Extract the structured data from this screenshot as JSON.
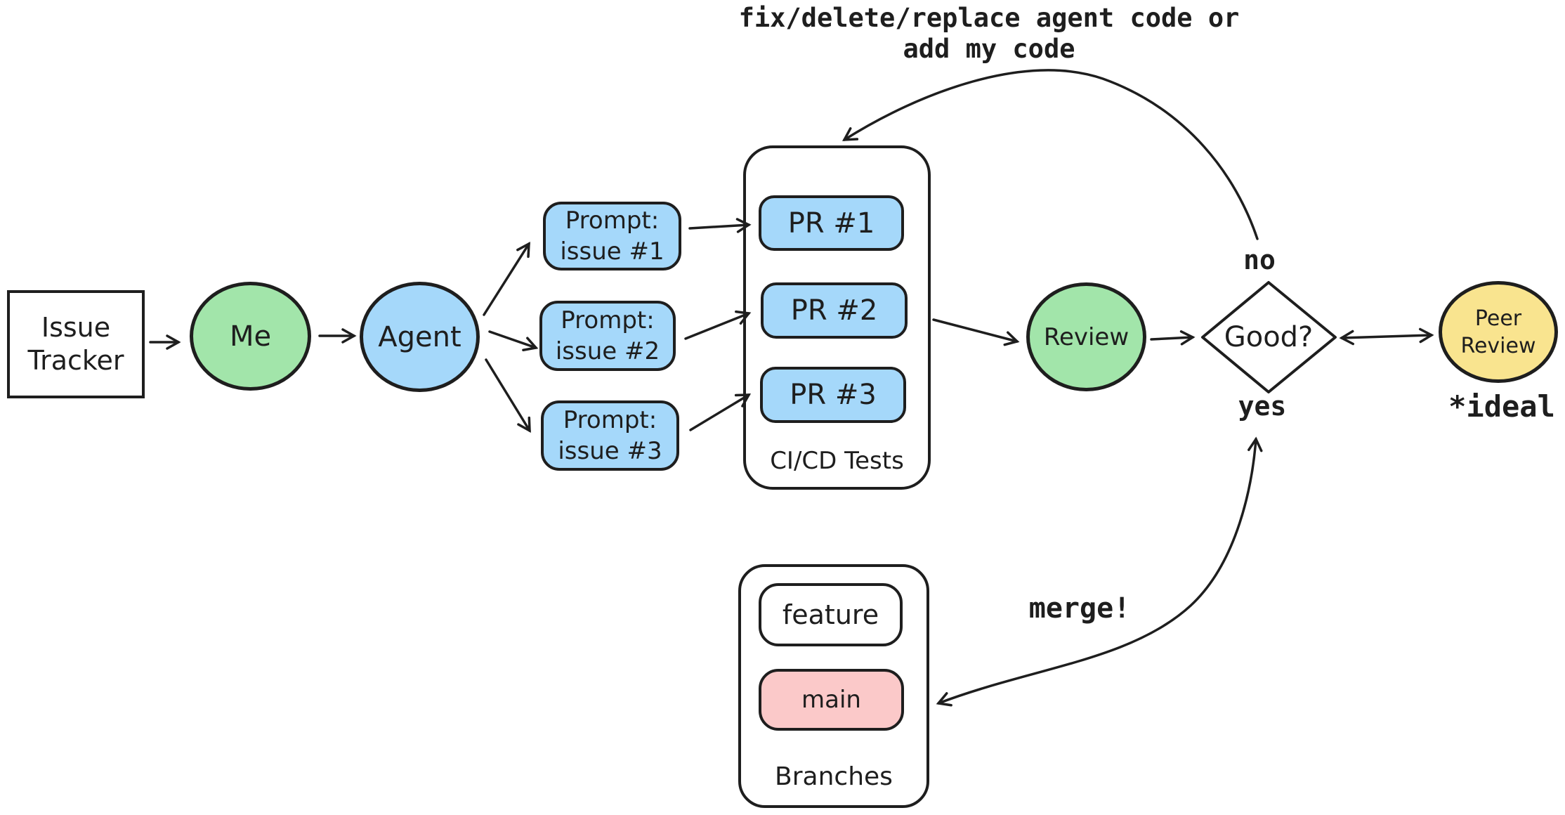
{
  "palette": {
    "stroke": "#1e1e1e",
    "green": "#a2e5aa",
    "blue": "#a5d8fa",
    "yellow": "#f9e48f",
    "pink": "#fbc9c9",
    "background": "#ffffff"
  },
  "annotations": {
    "fix_note": "fix/delete/replace agent code or\nadd my code",
    "no_label": "no",
    "yes_label": "yes",
    "merge_label": "merge!",
    "ideal_label": "*ideal"
  },
  "nodes": {
    "issue_tracker": {
      "label": "Issue\nTracker"
    },
    "me": {
      "label": "Me"
    },
    "agent": {
      "label": "Agent"
    },
    "prompts": [
      "Prompt:\nissue #1",
      "Prompt:\nissue #2",
      "Prompt:\nissue #3"
    ],
    "ci_cd": {
      "label": "CI/CD Tests",
      "prs": [
        "PR #1",
        "PR #2",
        "PR #3"
      ]
    },
    "review": {
      "label": "Review"
    },
    "good": {
      "label": "Good?"
    },
    "peer_review": {
      "label": "Peer\nReview"
    },
    "branches": {
      "label": "Branches",
      "feature_label": "feature",
      "main_label": "main"
    }
  }
}
